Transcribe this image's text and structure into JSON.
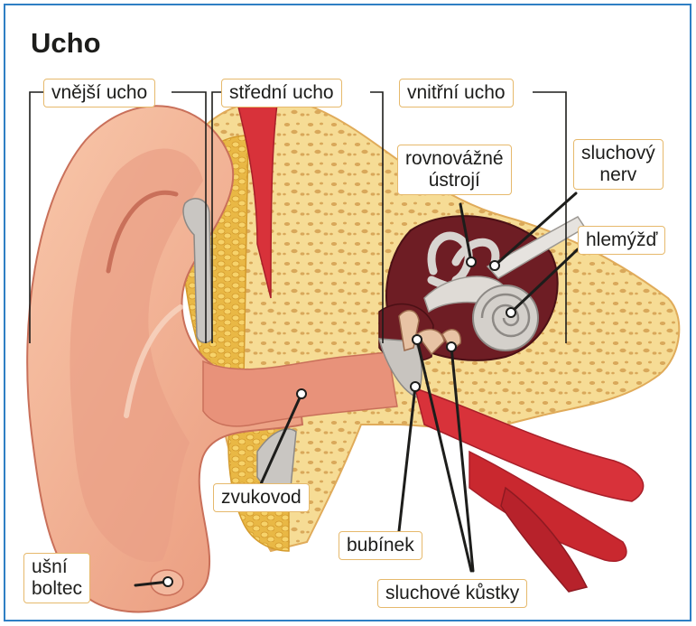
{
  "title": "Ucho",
  "labels": {
    "outer_ear": "vnější ucho",
    "middle_ear": "střední ucho",
    "inner_ear": "vnitřní ucho",
    "balance_line1": "rovnovážné",
    "balance_line2": "ústrojí",
    "nerve_line1": "sluchový",
    "nerve_line2": "nerv",
    "cochlea": "hlemýžď",
    "canal": "zvukovod",
    "eardrum": "bubínek",
    "ossicles": "sluchové kůstky",
    "pinna_line1": "ušní",
    "pinna_line2": "boltec"
  },
  "colors": {
    "frame": "#2f7fc4",
    "label_border": "#e6b96c",
    "skin": "#f2b08e",
    "skin_dark": "#d9836a",
    "bone": "#f5d98e",
    "bone_pore": "#d9a85a",
    "muscle": "#d8323a",
    "inner_dark": "#6e1d24",
    "grey_organ": "#cfcac6"
  }
}
